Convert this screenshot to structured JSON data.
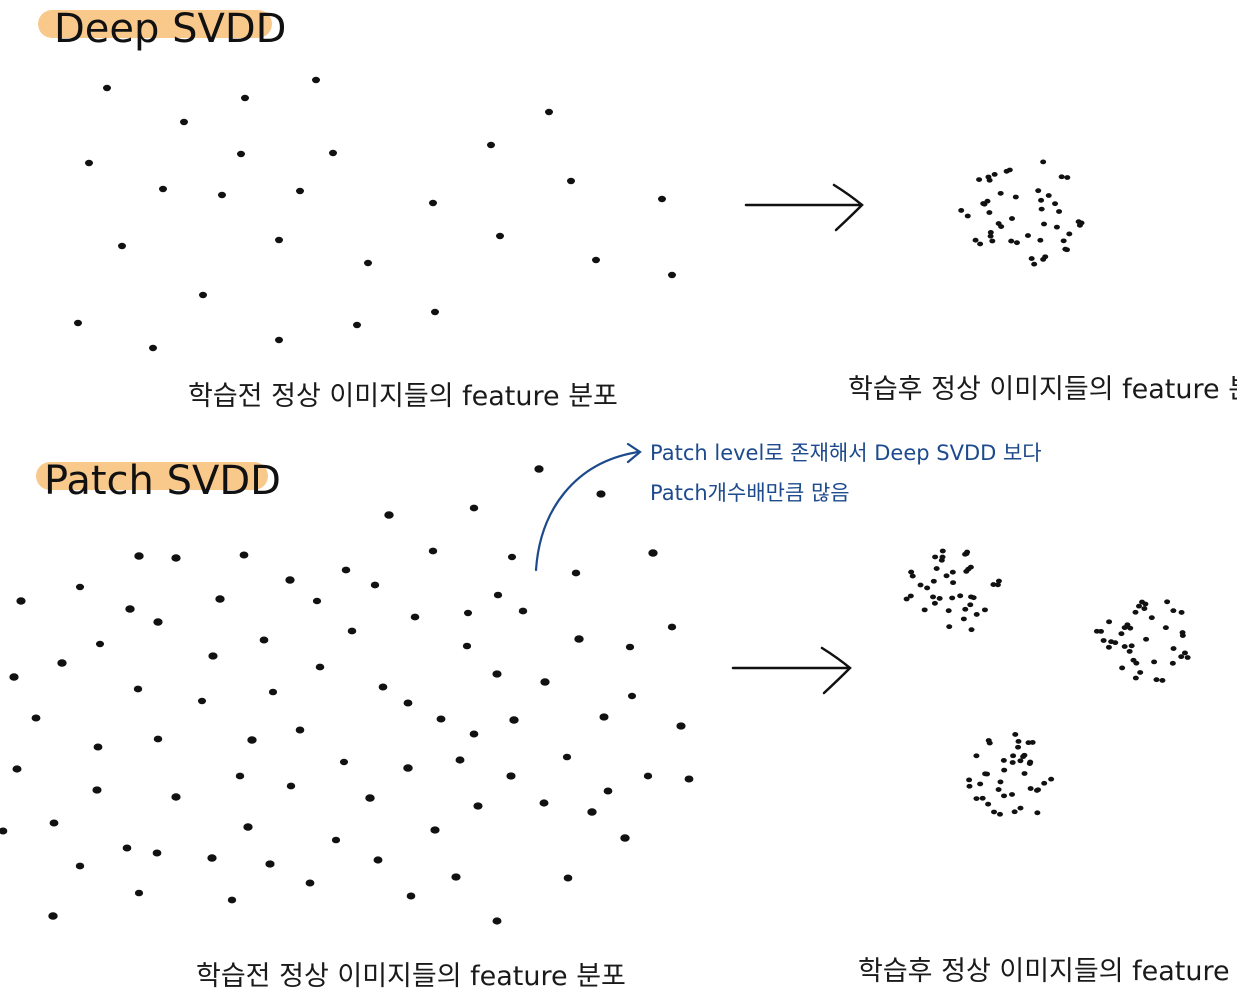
{
  "colors": {
    "ink": "#111111",
    "highlight": "#f9c98c",
    "note": "#1d4a8c"
  },
  "deep_svdd": {
    "title": "Deep SVDD",
    "before_caption": "학습전 정상 이미지들의 feature 분포",
    "after_caption": "학습후 정상 이미지들의 feature 분포"
  },
  "patch_svdd": {
    "title": "Patch SVDD",
    "note_line1": "Patch level로 존재해서 Deep SVDD 보다",
    "note_line2": "Patch개수배만큼 많음",
    "before_caption": "학습전 정상 이미지들의 feature 분포",
    "after_caption": "학습후 정상 이미지들의 feature 분포"
  }
}
